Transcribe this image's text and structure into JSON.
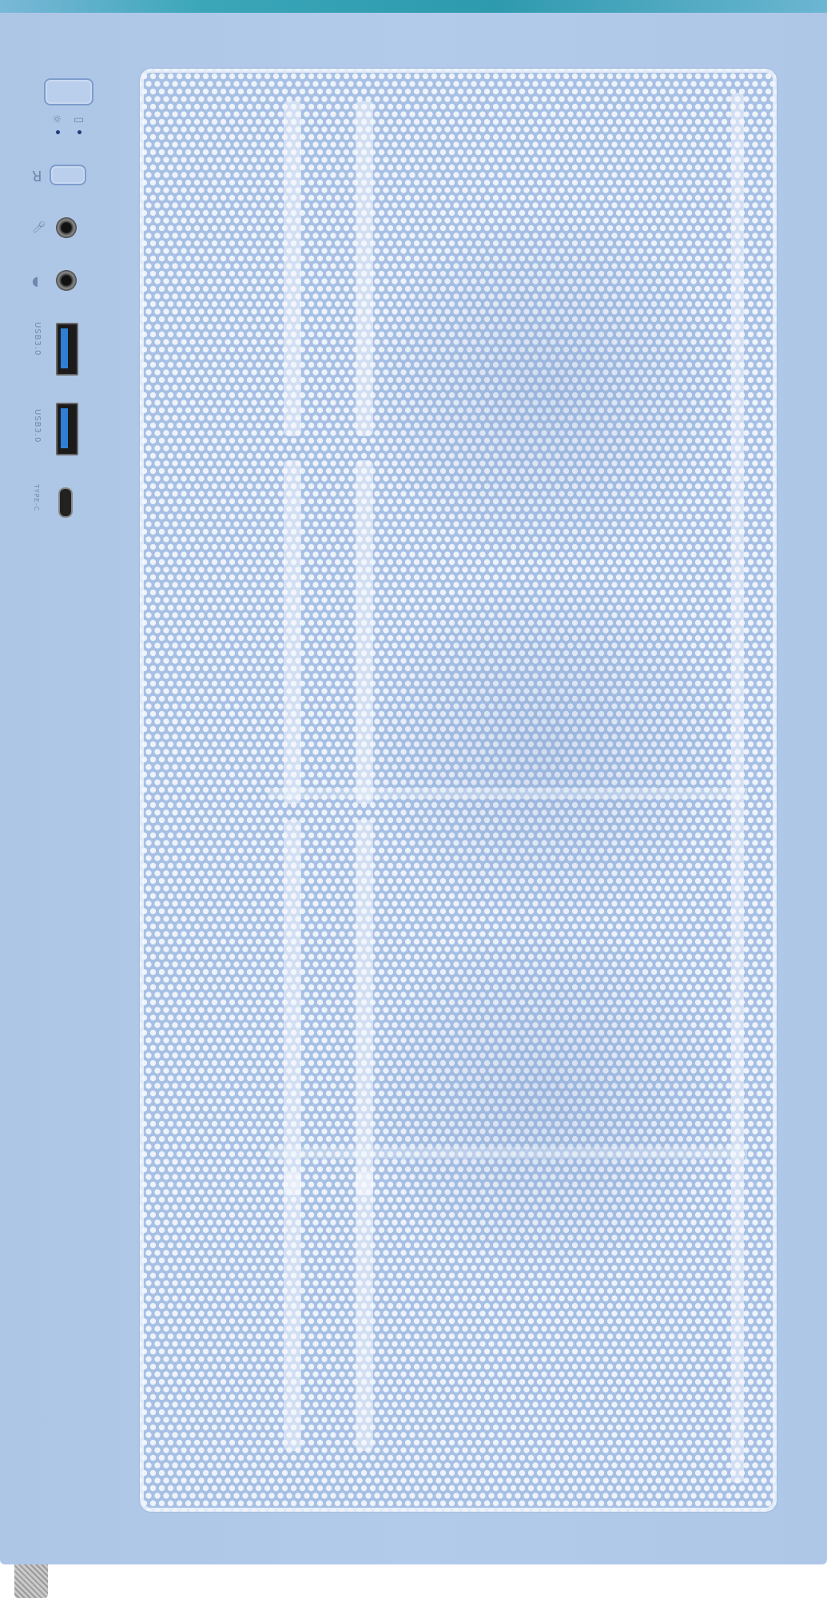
{
  "io_panel": {
    "usb_label_1": "USB3.0",
    "usb_label_2": "USB3.0",
    "typec_label": "TYPE-C",
    "reset_label": "R"
  },
  "colors": {
    "case_body": "#b0c8e8",
    "top_accent": "#2e9aae",
    "usb_port": "#2f7fd6"
  }
}
